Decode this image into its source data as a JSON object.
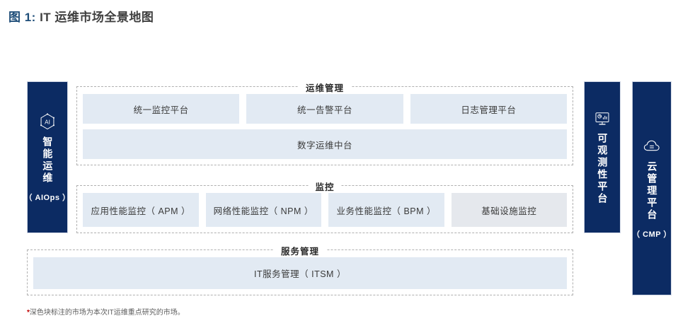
{
  "title": {
    "figure_number": "图 1:",
    "text": "IT 运维市场全景地图"
  },
  "colors": {
    "navy": "#0c2b63",
    "box_blue": "#e2eaf3",
    "box_gray": "#e5e8ed",
    "dashed_border": "#b0b0b0",
    "title_accent": "#1f4e79",
    "footnote_star": "#c00000"
  },
  "side_panels": {
    "left": {
      "icon": "ai-hexagon-icon",
      "label": "智能运维",
      "sub": "（ AIOps ）"
    },
    "right_observability": {
      "icon": "monitor-chart-icon",
      "label": "可观测性平台",
      "sub": ""
    },
    "right_cloud": {
      "icon": "cloud-icon",
      "label": "云管理平台",
      "sub": "（ CMP ）"
    }
  },
  "groups": [
    {
      "key": "ops_management",
      "title": "运维管理",
      "rows": [
        {
          "boxes": [
            {
              "label": "统一监控平台",
              "style": "blue",
              "flex": 1
            },
            {
              "label": "统一告警平台",
              "style": "blue",
              "flex": 1
            },
            {
              "label": "日志管理平台",
              "style": "blue",
              "flex": 1
            }
          ]
        },
        {
          "boxes": [
            {
              "label": "数字运维中台",
              "style": "blue",
              "flex": 1
            }
          ]
        }
      ]
    },
    {
      "key": "monitoring",
      "title": "监控",
      "rows": [
        {
          "boxes": [
            {
              "label": "应用性能监控（ APM ）",
              "style": "blue",
              "flex": 1
            },
            {
              "label": "网络性能监控（ NPM ）",
              "style": "blue",
              "flex": 1
            },
            {
              "label": "业务性能监控（ BPM ）",
              "style": "blue",
              "flex": 1
            },
            {
              "label": "基础设施监控",
              "style": "gray",
              "flex": 1
            }
          ]
        }
      ]
    },
    {
      "key": "service_management",
      "title": "服务管理",
      "rows": [
        {
          "boxes": [
            {
              "label": "IT服务管理（ ITSM ）",
              "style": "blue",
              "flex": 1
            }
          ]
        }
      ]
    }
  ],
  "footnote": {
    "star": "*",
    "text": "深色块标注的市场为本次IT运维重点研究的市场。"
  }
}
